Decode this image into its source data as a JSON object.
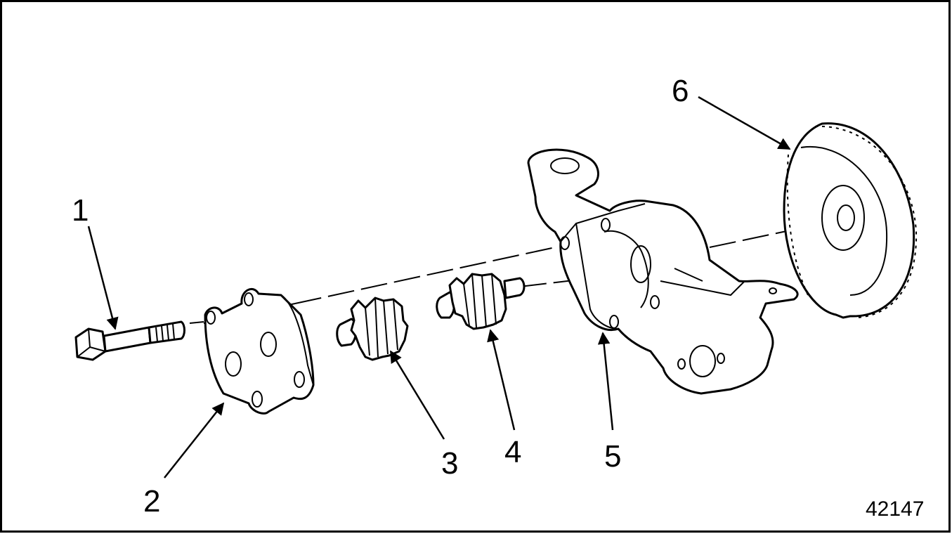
{
  "figure": {
    "number": "42147",
    "callouts": [
      {
        "id": "1",
        "text": "1"
      },
      {
        "id": "2",
        "text": "2"
      },
      {
        "id": "3",
        "text": "3"
      },
      {
        "id": "4",
        "text": "4"
      },
      {
        "id": "5",
        "text": "5"
      },
      {
        "id": "6",
        "text": "6"
      }
    ]
  },
  "colors": {
    "line": "#000000",
    "background": "#ffffff"
  }
}
